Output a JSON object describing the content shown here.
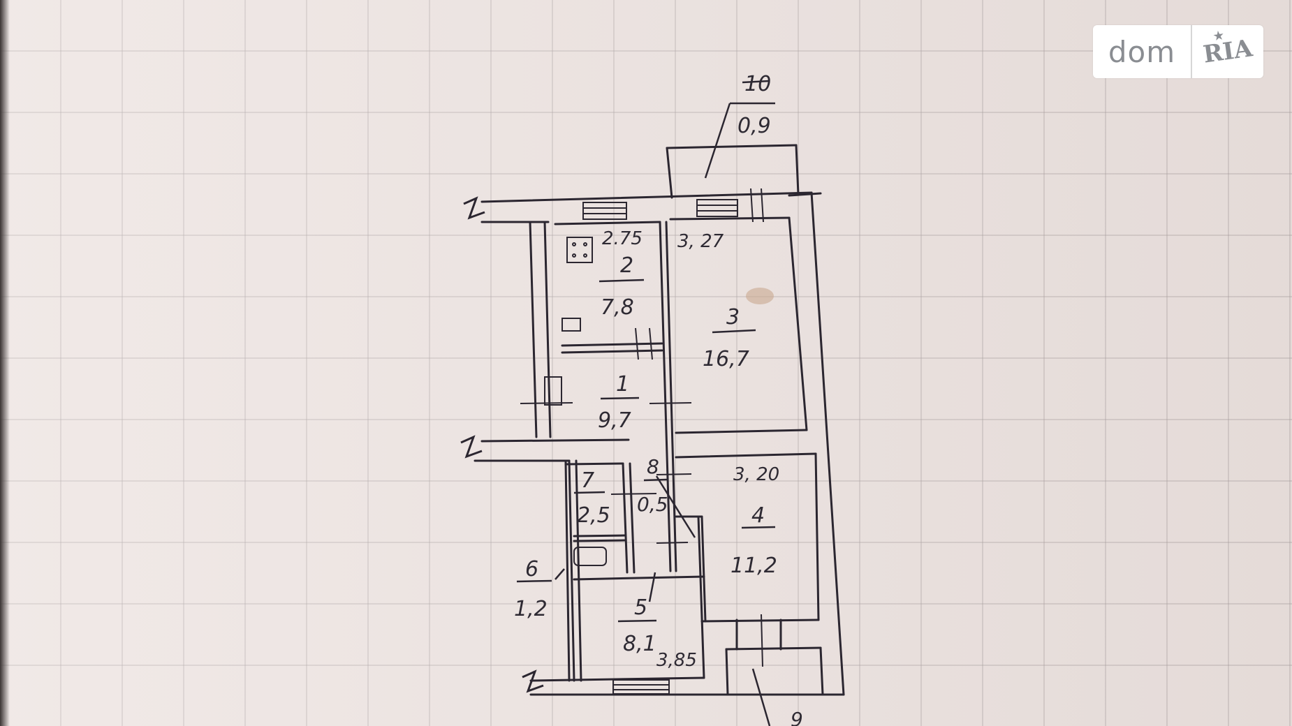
{
  "watermark": {
    "brand_left": "dom",
    "brand_right": "RIA"
  },
  "rooms": [
    {
      "id": "1",
      "area": "9,7"
    },
    {
      "id": "2",
      "area": "7,8",
      "height": "2.75"
    },
    {
      "id": "3",
      "area": "16,7",
      "height": "3, 27"
    },
    {
      "id": "4",
      "area": "11,2",
      "height": "3, 20"
    },
    {
      "id": "5",
      "area": "8,1",
      "height": "3,85"
    },
    {
      "id": "6",
      "area": "1,2"
    },
    {
      "id": "7",
      "area": "2,5"
    },
    {
      "id": "8",
      "area": "0,5"
    },
    {
      "id": "9",
      "area": ""
    },
    {
      "id": "10",
      "area": "0,9"
    }
  ]
}
